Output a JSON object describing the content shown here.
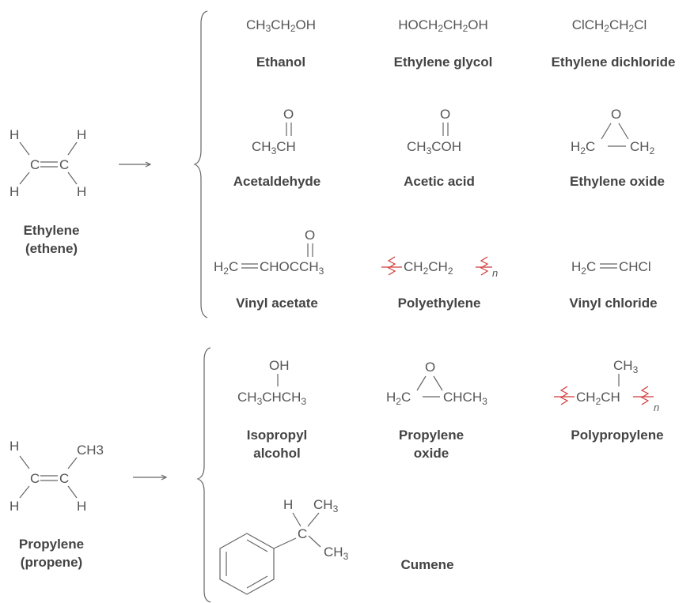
{
  "ethylene_group": {
    "reactant_name": "Ethylene",
    "reactant_alt": "(ethene)",
    "products": [
      {
        "formula": [
          "CH",
          "3",
          "CH",
          "2",
          "OH"
        ],
        "name": "Ethanol"
      },
      {
        "formula": [
          "HOCH",
          "2",
          "CH",
          "2",
          "OH"
        ],
        "name": "Ethylene glycol"
      },
      {
        "formula": [
          "ClCH",
          "2",
          "CH",
          "2",
          "Cl"
        ],
        "name": "Ethylene dichloride"
      },
      {
        "name": "Acetaldehyde"
      },
      {
        "name": "Acetic acid"
      },
      {
        "name": "Ethylene oxide"
      },
      {
        "name": "Vinyl acetate"
      },
      {
        "name": "Polyethylene"
      },
      {
        "formula": "H2C=CHCl",
        "name": "Vinyl chloride"
      }
    ]
  },
  "propylene_group": {
    "reactant_name": "Propylene",
    "reactant_alt": "(propene)",
    "products": [
      {
        "name_line1": "Isopropyl",
        "name_line2": "alcohol"
      },
      {
        "name_line1": "Propylene",
        "name_line2": "oxide"
      },
      {
        "name": "Polypropylene"
      },
      {
        "name": "Cumene"
      }
    ]
  },
  "atoms": {
    "H": "H",
    "C": "C",
    "O": "O",
    "OH": "OH",
    "CH3": "CH3",
    "n": "n"
  }
}
